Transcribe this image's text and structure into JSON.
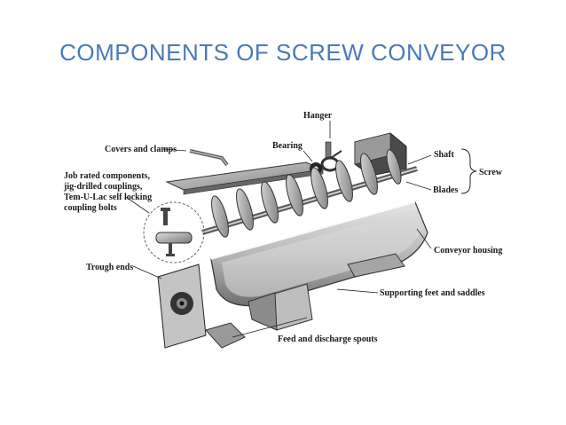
{
  "title": "COMPONENTS OF SCREW CONVEYOR",
  "labels": {
    "hanger": "Hanger",
    "bearing": "Bearing",
    "covers_clamps": "Covers and clamps",
    "shaft": "Shaft",
    "screw": "Screw",
    "blades": "Blades",
    "job_rated": [
      "Job rated components,",
      "jig-drilled couplings,",
      "Tem-U-Lac self locking",
      "coupling bolts"
    ],
    "conveyor_housing": "Conveyor housing",
    "trough_ends": "Trough ends",
    "supporting_feet": "Supporting feet and saddles",
    "feed_discharge": "Feed and discharge spouts"
  }
}
